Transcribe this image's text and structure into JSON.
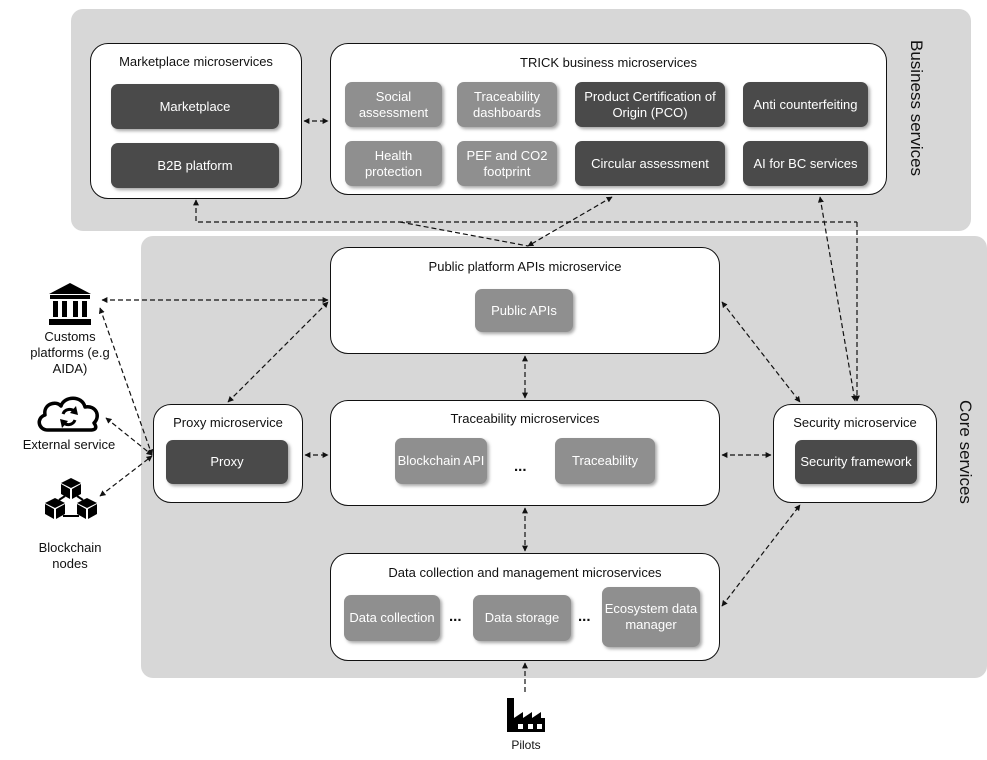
{
  "business_services": {
    "title": "Business services",
    "marketplace": {
      "title": "Marketplace microservices",
      "items": [
        "Marketplace",
        "B2B platform"
      ]
    },
    "trick": {
      "title": "TRICK business microservices",
      "items": [
        "Social assessment",
        "Traceability dashboards",
        "Product Certification of Origin (PCO)",
        "Anti counterfeiting",
        "Health protection",
        "PEF and CO2 footprint",
        "Circular assessment",
        "AI for BC services"
      ]
    }
  },
  "core_services": {
    "title": "Core services",
    "public_apis": {
      "title": "Public platform APIs microservice",
      "item": "Public APIs"
    },
    "traceability": {
      "title": "Traceability microservices",
      "items": [
        "Blockchain API",
        "Traceability"
      ],
      "ellipsis": "..."
    },
    "proxy": {
      "title": "Proxy microservice",
      "item": "Proxy"
    },
    "security": {
      "title": "Security microservice",
      "item": "Security framework"
    },
    "data": {
      "title": "Data collection and management microservices",
      "items": [
        "Data collection",
        "Data storage",
        "Ecosystem data manager"
      ],
      "ellipsis": "..."
    }
  },
  "external": {
    "customs": "Customs platforms (e.g AIDA)",
    "external_service": "External service",
    "blockchain_nodes": "Blockchain nodes",
    "pilots": "Pilots"
  },
  "icons": [
    "bank-icon",
    "cloud-sync-icon",
    "blockchain-icon",
    "factory-icon"
  ]
}
